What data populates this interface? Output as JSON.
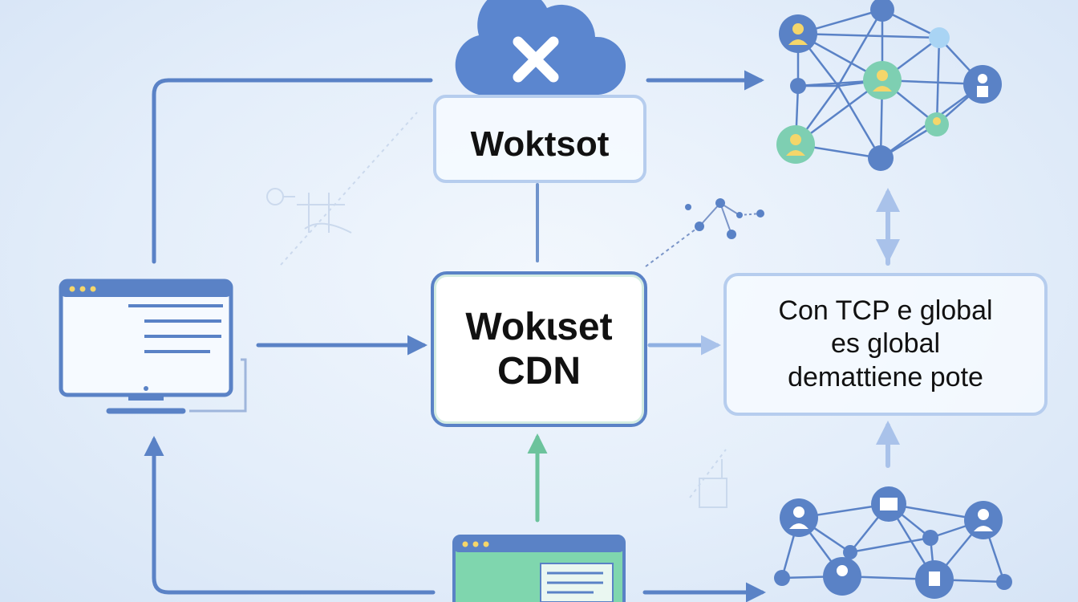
{
  "top_box": {
    "label": "Woktsot"
  },
  "center_box": {
    "line1": "Wokɩset",
    "line2": "CDN"
  },
  "right_box": {
    "lines": [
      "Con TCP e global",
      "es global",
      "demattiene pote"
    ]
  },
  "icons": {
    "cloud": "cloud-x-icon",
    "left_monitor": "desktop-monitor-icon",
    "bottom_window": "browser-window-icon",
    "top_network": "user-network-icon",
    "bottom_network": "user-network-icon"
  },
  "colors": {
    "primary_blue": "#5a82c6",
    "light_blue": "#b6cdee",
    "teal": "#6cc39c",
    "green_window": "#7fd6ae",
    "node_teal": "#7ecfb2",
    "node_light": "#a9d4f4"
  }
}
